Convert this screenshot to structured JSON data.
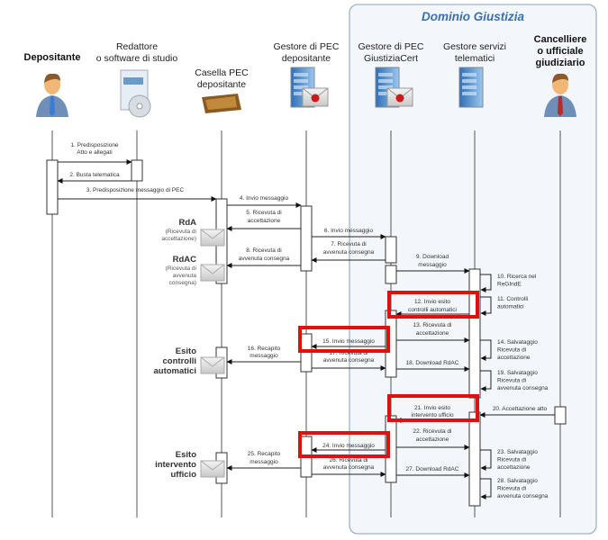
{
  "domain_box": {
    "title": "Dominio Giustizia",
    "title_color": "#3a6fb0",
    "fill": "#f3f7fb",
    "border": "#9fb3c8"
  },
  "highlight_color": "#e01010",
  "participants": [
    {
      "lines": [
        "Depositante"
      ],
      "bold": true,
      "icon": "person-icon"
    },
    {
      "lines": [
        "Redattore",
        "o software di studio"
      ],
      "bold": false,
      "icon": "software-box-icon"
    },
    {
      "lines": [
        "Casella PEC",
        "depositante"
      ],
      "bold": false,
      "icon": "inbox-tray-icon"
    },
    {
      "lines": [
        "Gestore di PEC",
        "depositante"
      ],
      "bold": false,
      "icon": "mail-server-icon"
    },
    {
      "lines": [
        "Gestore di PEC",
        "GiustiziaCert"
      ],
      "bold": false,
      "icon": "mail-server-icon"
    },
    {
      "lines": [
        "Gestore servizi",
        "telematici"
      ],
      "bold": false,
      "icon": "server-icon"
    },
    {
      "lines": [
        "Cancelliere",
        "o ufficiale",
        "giudiziario"
      ],
      "bold": true,
      "icon": "person-icon"
    }
  ],
  "messages": [
    {
      "lines": [
        "1. Predisposizione",
        "Atto e allegati"
      ]
    },
    {
      "lines": [
        "2. Busta telematica"
      ]
    },
    {
      "lines": [
        "3. Predisposizione messaggio di PEC"
      ]
    },
    {
      "lines": [
        "4. Invio messaggio"
      ]
    },
    {
      "lines": [
        "5. Ricevuta di",
        "accettazione"
      ]
    },
    {
      "lines": [
        "6. Invio messaggio"
      ]
    },
    {
      "lines": [
        "7. Ricevuta di",
        "avvenuta consegna"
      ]
    },
    {
      "lines": [
        "8. Ricevuta di",
        "avvenuta consegna"
      ]
    },
    {
      "lines": [
        "9. Download",
        "messaggio"
      ]
    },
    {
      "lines": [
        "10. Ricerca nel",
        "ReGIndE"
      ]
    },
    {
      "lines": [
        "11. Controlli",
        "automatici"
      ]
    },
    {
      "lines": [
        "12. Invio esito",
        "controlli automatici"
      ],
      "highlighted": true
    },
    {
      "lines": [
        "13. Ricevuta di",
        "accettazione"
      ]
    },
    {
      "lines": [
        "14. Salvataggio",
        "Ricevuta di",
        "accettazione"
      ]
    },
    {
      "lines": [
        "15. Invio messaggio"
      ],
      "highlighted": true
    },
    {
      "lines": [
        "16. Recapito",
        "messaggio"
      ]
    },
    {
      "lines": [
        "17. Ricevuta di",
        "avvenuta consegna"
      ]
    },
    {
      "lines": [
        "18. Download RdAC"
      ]
    },
    {
      "lines": [
        "19. Salvataggio",
        "Ricevuta di",
        "avvenuta consegna"
      ]
    },
    {
      "lines": [
        "20. Accettazione atto"
      ]
    },
    {
      "lines": [
        "21. Invio esito",
        "intervento ufficio"
      ],
      "highlighted": true
    },
    {
      "lines": [
        "22. Ricevuta di",
        "accettazione"
      ]
    },
    {
      "lines": [
        "23. Salvataggio",
        "Ricevuta di",
        "accettazione"
      ]
    },
    {
      "lines": [
        "24. Invio messaggio"
      ],
      "highlighted": true
    },
    {
      "lines": [
        "25. Recapito",
        "messaggio"
      ]
    },
    {
      "lines": [
        "26. Ricevuta di",
        "avvenuta consegna"
      ]
    },
    {
      "lines": [
        "27. Download RdAC"
      ]
    },
    {
      "lines": [
        "28. Salvataggio",
        "Ricevuta di",
        "avvenuta consegna"
      ]
    }
  ],
  "side_labels": [
    {
      "title": [
        "RdA"
      ],
      "sub": [
        "(Ricevuta di",
        "accettazione)"
      ],
      "icon": "envelope-icon"
    },
    {
      "title": [
        "RdAC"
      ],
      "sub": [
        "(Ricevuta di",
        "avvenuta",
        "consegna)"
      ],
      "icon": "envelope-icon"
    },
    {
      "title": [
        "Esito",
        "controlli",
        "automatici"
      ],
      "sub": [],
      "icon": "envelope-icon"
    },
    {
      "title": [
        "Esito",
        "intervento",
        "ufficio"
      ],
      "sub": [],
      "icon": "envelope-icon"
    }
  ]
}
